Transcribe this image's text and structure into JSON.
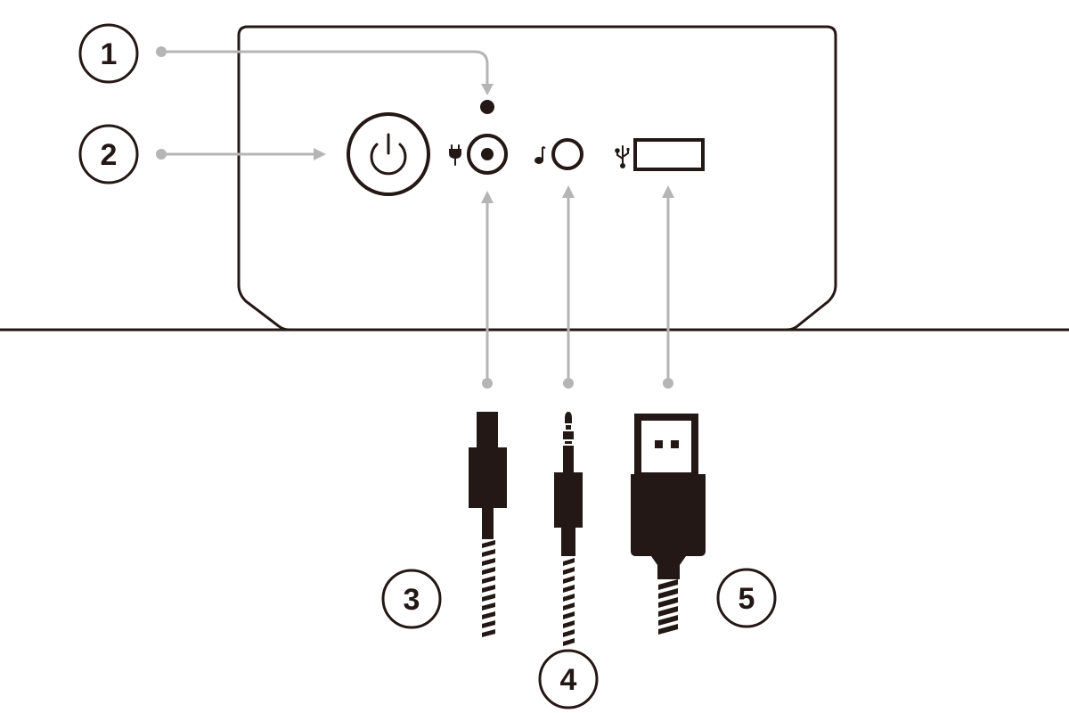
{
  "colors": {
    "ink": "#231815",
    "leader": "#b5b5b5",
    "background": "#ffffff"
  },
  "device": {
    "ports": [
      {
        "id": "led",
        "icon": "led-indicator-icon"
      },
      {
        "id": "power",
        "icon": "power-button-icon"
      },
      {
        "id": "dc-in",
        "icon": "plug-icon"
      },
      {
        "id": "aux-in",
        "icon": "music-note-icon"
      },
      {
        "id": "usb",
        "icon": "usb-icon"
      }
    ]
  },
  "callouts": [
    {
      "num": "1",
      "target": "led-indicator"
    },
    {
      "num": "2",
      "target": "power-button"
    },
    {
      "num": "3",
      "target": "dc-power-cable"
    },
    {
      "num": "4",
      "target": "aux-audio-cable"
    },
    {
      "num": "5",
      "target": "usb-cable"
    }
  ]
}
